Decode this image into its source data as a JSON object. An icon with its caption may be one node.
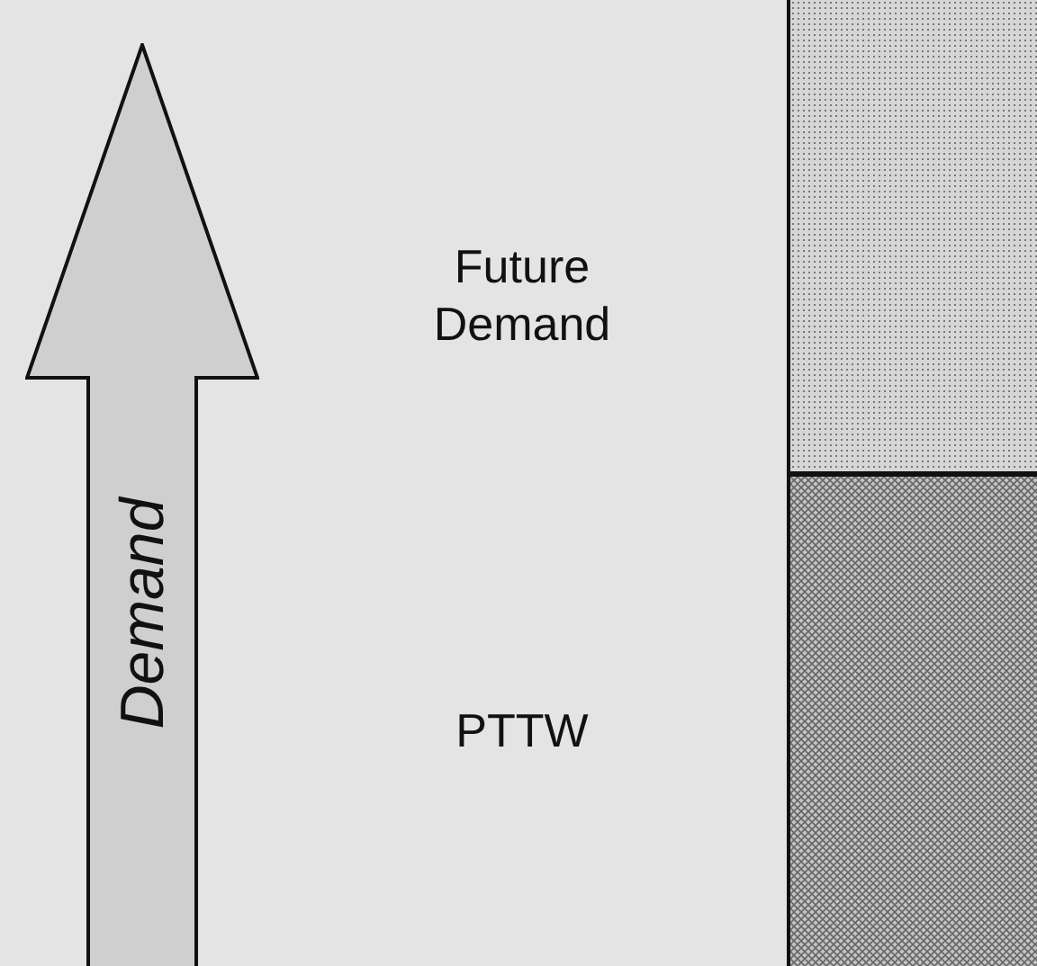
{
  "diagram": {
    "nodes": [
      {
        "text": [
          "Demand"
        ]
      },
      {
        "text": [],
        "shape": "box"
      },
      {
        "text": [],
        "shape": "box"
      }
    ],
    "labels": [
      "Future Demand",
      "PTTW"
    ]
  }
}
